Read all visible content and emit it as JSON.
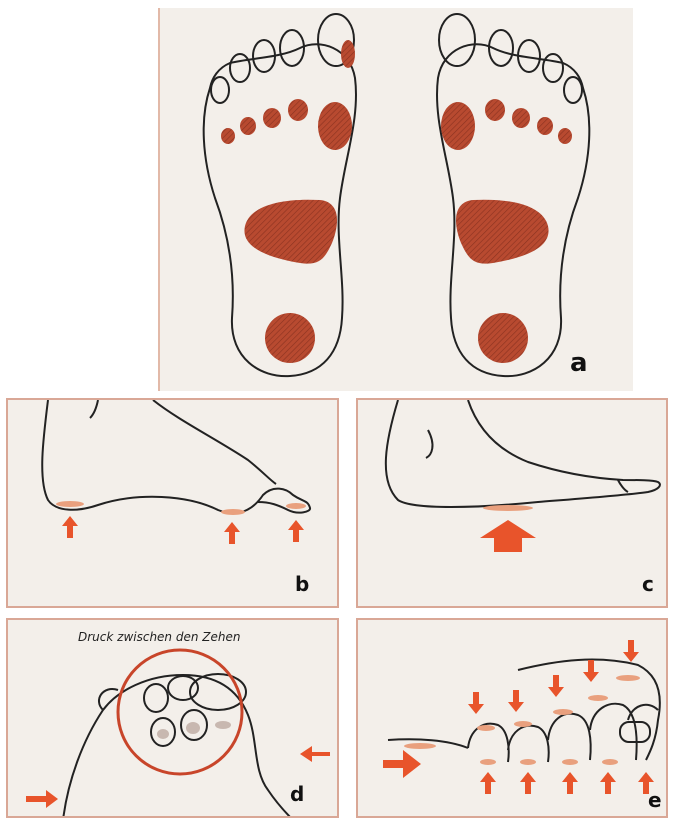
{
  "panels": {
    "a": {
      "label": "a"
    },
    "b": {
      "label": "b"
    },
    "c": {
      "label": "c"
    },
    "d": {
      "label": "d",
      "caption": "Druck zwischen den Zehen"
    },
    "e": {
      "label": "e"
    }
  },
  "colors": {
    "pressure": "#b84a30",
    "arrow": "#e8542b",
    "outline": "#222222",
    "background": "#f3efea"
  }
}
